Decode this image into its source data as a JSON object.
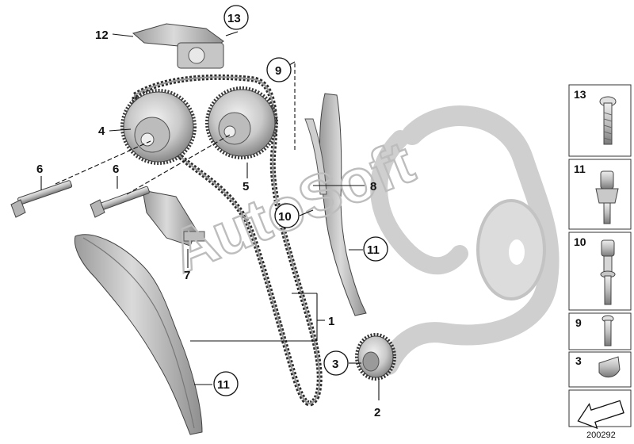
{
  "diagram": {
    "watermark": "AutoSoft",
    "figure_number": "200292",
    "callouts": [
      {
        "id": "c1",
        "label": "1",
        "circled": false
      },
      {
        "id": "c2",
        "label": "2",
        "circled": false
      },
      {
        "id": "c3",
        "label": "3",
        "circled": true
      },
      {
        "id": "c4",
        "label": "4",
        "circled": false
      },
      {
        "id": "c5",
        "label": "5",
        "circled": false
      },
      {
        "id": "c6a",
        "label": "6",
        "circled": false
      },
      {
        "id": "c6b",
        "label": "6",
        "circled": false
      },
      {
        "id": "c7",
        "label": "7",
        "circled": false
      },
      {
        "id": "c8",
        "label": "8",
        "circled": false
      },
      {
        "id": "c9",
        "label": "9",
        "circled": true
      },
      {
        "id": "c10",
        "label": "10",
        "circled": true
      },
      {
        "id": "c11a",
        "label": "11",
        "circled": true
      },
      {
        "id": "c11b",
        "label": "11",
        "circled": true
      },
      {
        "id": "c12",
        "label": "12",
        "circled": false
      },
      {
        "id": "c13",
        "label": "13",
        "circled": true
      }
    ],
    "legend": [
      {
        "label": "13",
        "icon": "torx-bolt-icon"
      },
      {
        "label": "11",
        "icon": "stud-bolt-icon"
      },
      {
        "label": "10",
        "icon": "socket-head-bolt-icon"
      },
      {
        "label": "9",
        "icon": "small-bolt-icon"
      },
      {
        "label": "3",
        "icon": "woodruff-key-icon"
      },
      {
        "label": "",
        "icon": "arrow-icon"
      }
    ],
    "colors": {
      "metal_light": "#d9d9d9",
      "metal_mid": "#a8a8a8",
      "metal_dark": "#555555",
      "watermark": "#bdbdbd",
      "chain": "#2b2b2b"
    }
  }
}
